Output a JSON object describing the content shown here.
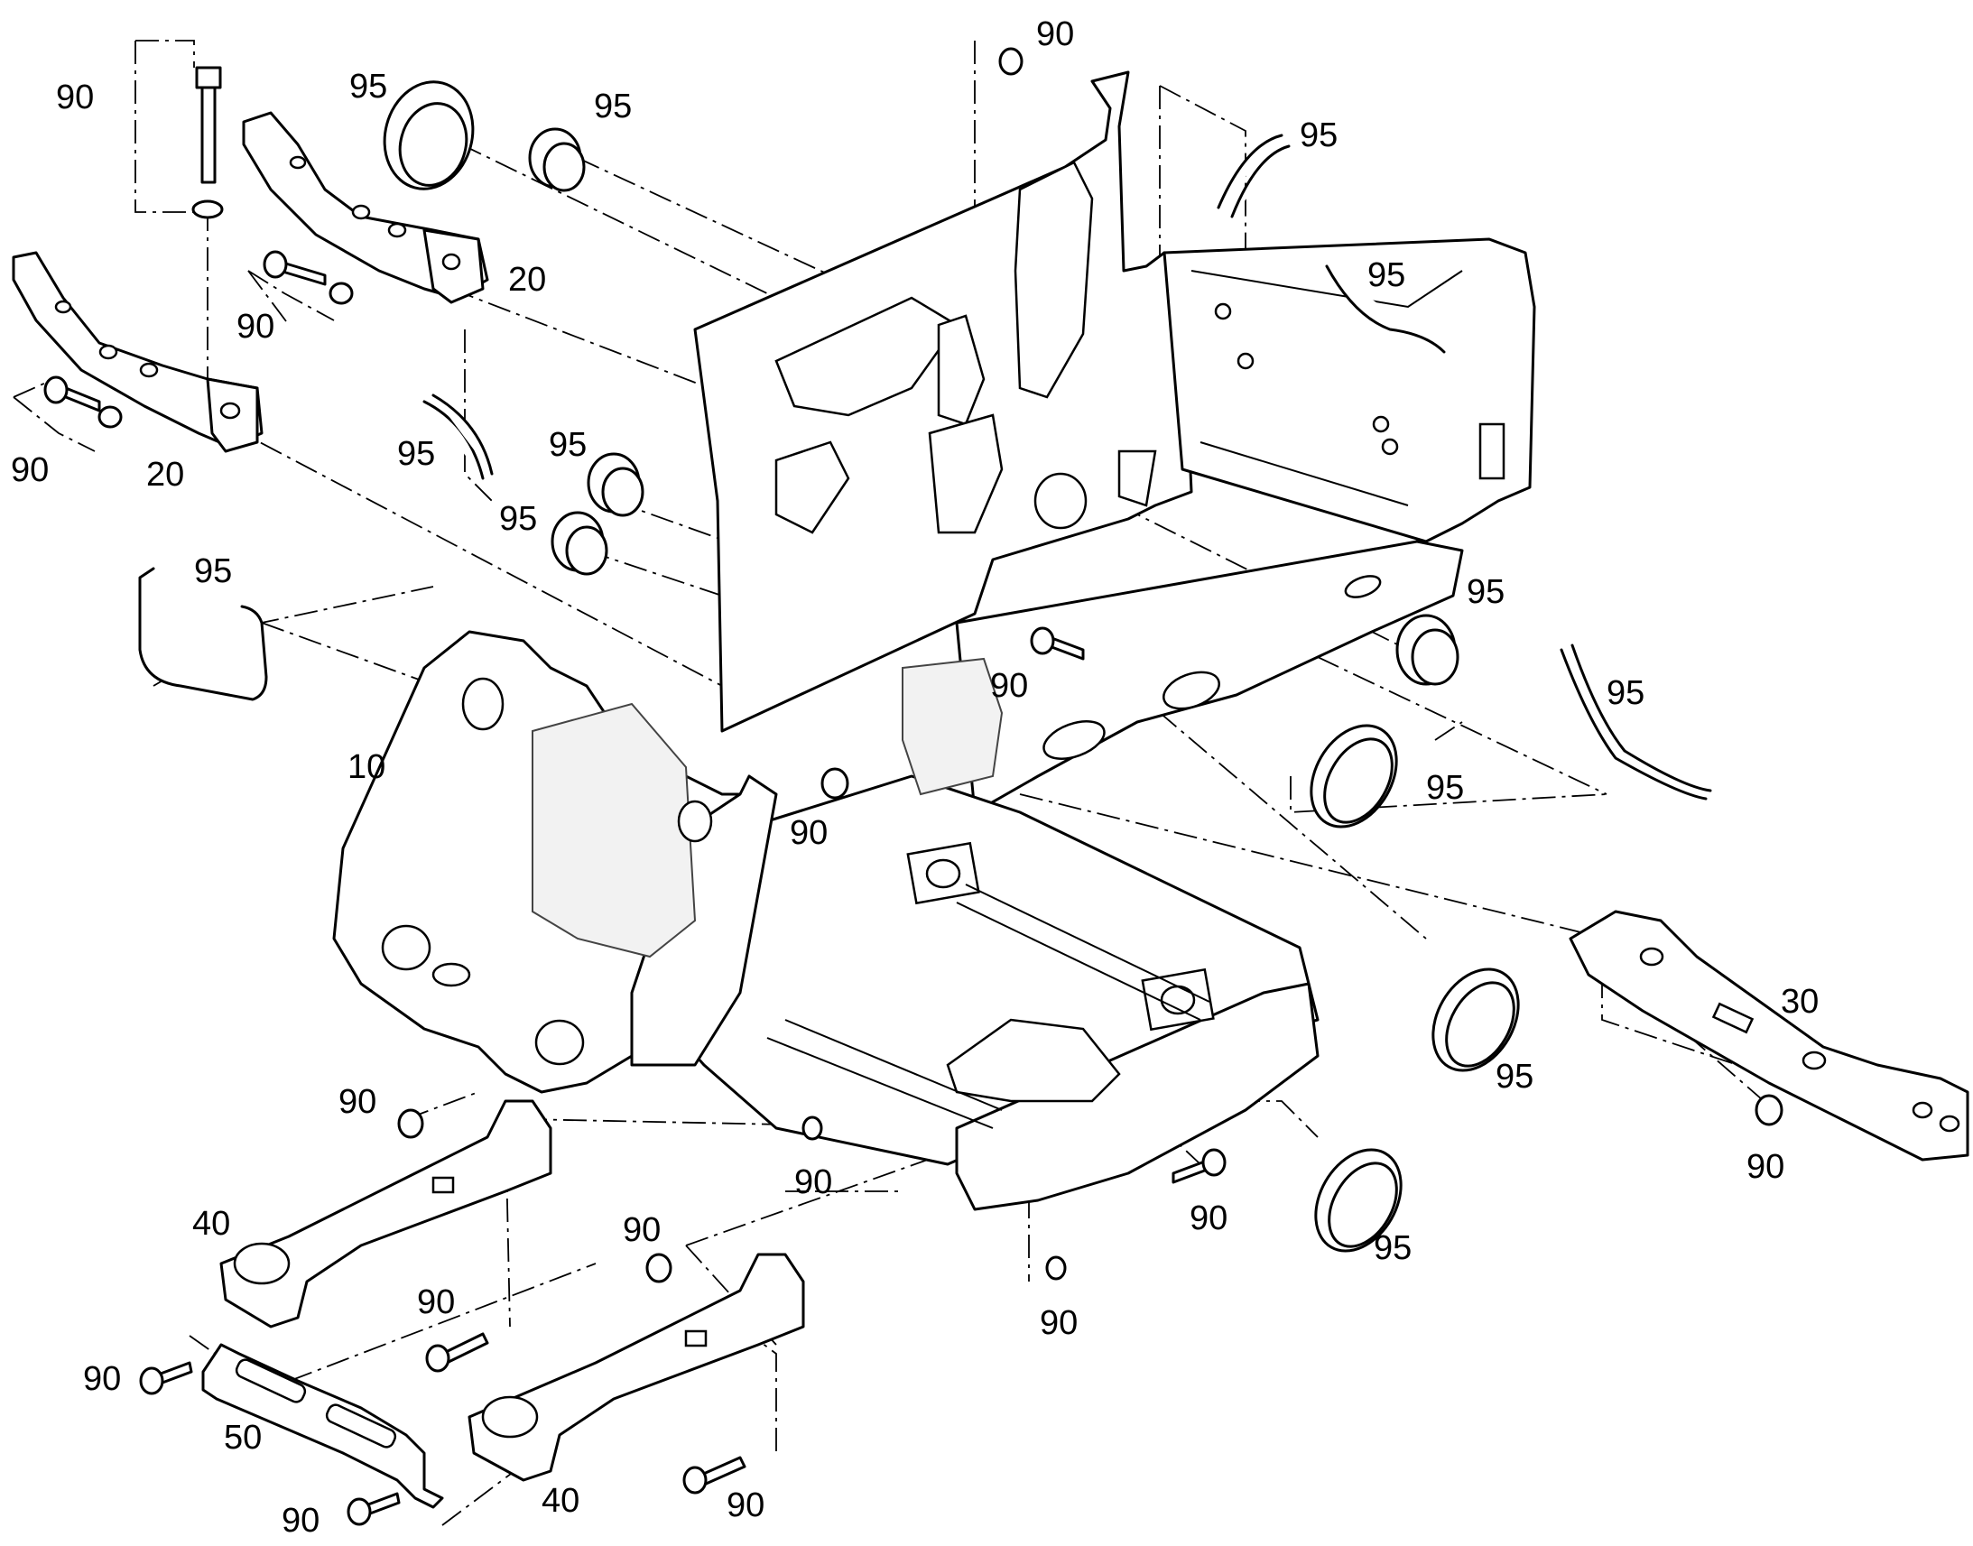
{
  "callouts": {
    "c90_bolt_top": "90",
    "c95_seal_a": "95",
    "c95_seal_b": "95",
    "c90_top_center": "90",
    "c95_strip_top": "95",
    "c95_hose_top": "95",
    "c20_upper": "20",
    "c90_upper_left": "90",
    "c90_left": "90",
    "c20_lower": "20",
    "c95_clip_left": "95",
    "c95_ring_c": "95",
    "c95_ring_d": "95",
    "c95_loop": "95",
    "c95_right_seal": "95",
    "c95_strip_right": "95",
    "c90_center_bolt": "90",
    "c10_frame": "10",
    "c90_center_bushing": "90",
    "c95_oval_mid": "95",
    "c30_arm": "30",
    "c95_oval_low": "95",
    "c90_right": "90",
    "c90_front_left": "90",
    "c90_front_mid": "90",
    "c40_upper": "40",
    "c90_mid_bottom": "90",
    "c90_bolt_bottom_right": "90",
    "c95_oval_bottom": "95",
    "c90_bottom_center": "90",
    "c90_lower_left": "90",
    "c50_bracket": "50",
    "c90_bolt_lower": "90",
    "c90_bottom_left": "90",
    "c40_lower": "40",
    "c90_bottom_mid": "90"
  }
}
